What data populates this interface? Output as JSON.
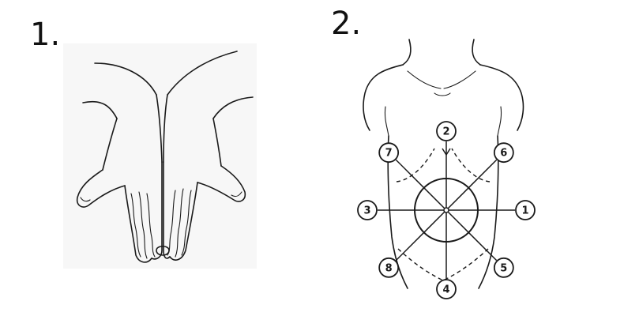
{
  "panels": [
    {
      "label": "1."
    },
    {
      "label": "2."
    }
  ],
  "points": [
    {
      "label": "1",
      "angle": 0
    },
    {
      "label": "2",
      "angle": 270
    },
    {
      "label": "3",
      "angle": 180
    },
    {
      "label": "4",
      "angle": 90
    },
    {
      "label": "5",
      "angle": 45
    },
    {
      "label": "6",
      "angle": 315
    },
    {
      "label": "7",
      "angle": 225
    },
    {
      "label": "8",
      "angle": 135
    }
  ],
  "colors": {
    "ink": "#1a1a1a",
    "paper": "#ffffff"
  }
}
